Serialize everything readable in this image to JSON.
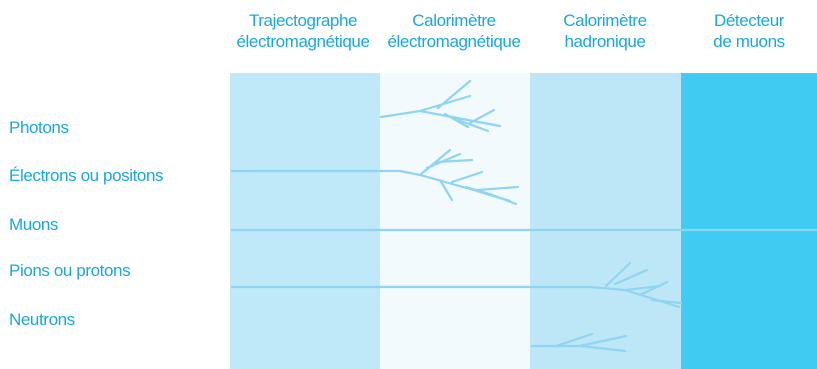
{
  "columns": [
    {
      "line1": "Trajectographe",
      "line2": "électromagnétique",
      "color": "#bfe8f8"
    },
    {
      "line1": "Calorimètre",
      "line2": "électromagnétique",
      "color": "#f2fafe"
    },
    {
      "line1": "Calorimètre",
      "line2": "hadronique",
      "color": "#bde7f7"
    },
    {
      "line1": "Détecteur",
      "line2": "de muons",
      "color": "#3fcbf2"
    }
  ],
  "particles": [
    {
      "label": "Photons"
    },
    {
      "label": "Électrons ou positons"
    },
    {
      "label": "Muons"
    },
    {
      "label": "Pions ou protons"
    },
    {
      "label": "Neutrons"
    }
  ],
  "colors": {
    "text": "#1aa7df",
    "track": "#8fd4f0",
    "shower": "#8fd4f0"
  }
}
